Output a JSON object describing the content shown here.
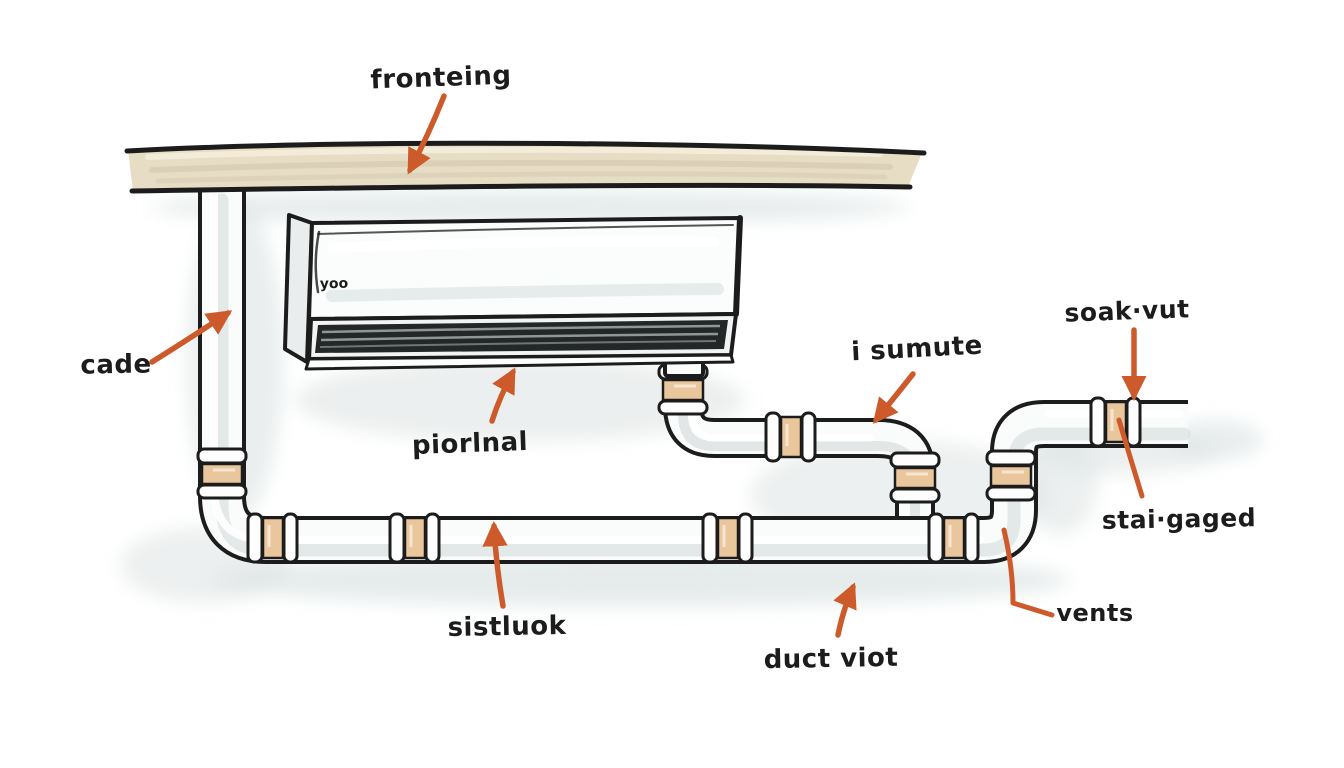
{
  "labels": {
    "fronteing": {
      "text": "fronteing"
    },
    "cade": {
      "text": "cade"
    },
    "piorlnal": {
      "text": "piorlnal"
    },
    "i_sumute": {
      "text": "i sumute"
    },
    "soak_vut": {
      "text": "soak·vut"
    },
    "stai_gaged": {
      "text": "stai·gaged"
    },
    "sistluok": {
      "text": "sistluok"
    },
    "duct_viot": {
      "text": "duct viot"
    },
    "vents": {
      "text": "vents"
    }
  },
  "ac_unit": {
    "brand_text": "yoo"
  },
  "colors": {
    "paper": "#ffffff",
    "ink": "#1c1c1c",
    "accent": "#cd5a2b",
    "beam": "#e6ddc4",
    "beam_streak_dark": "#d6cab0",
    "beam_streak_light": "#f3eedd",
    "coupling_band": "#e9c69c",
    "pipe_fill": "#fafbfb",
    "pipe_shade": "#d9dfdf",
    "wash": "#dce2e2",
    "louver": "#232728"
  }
}
